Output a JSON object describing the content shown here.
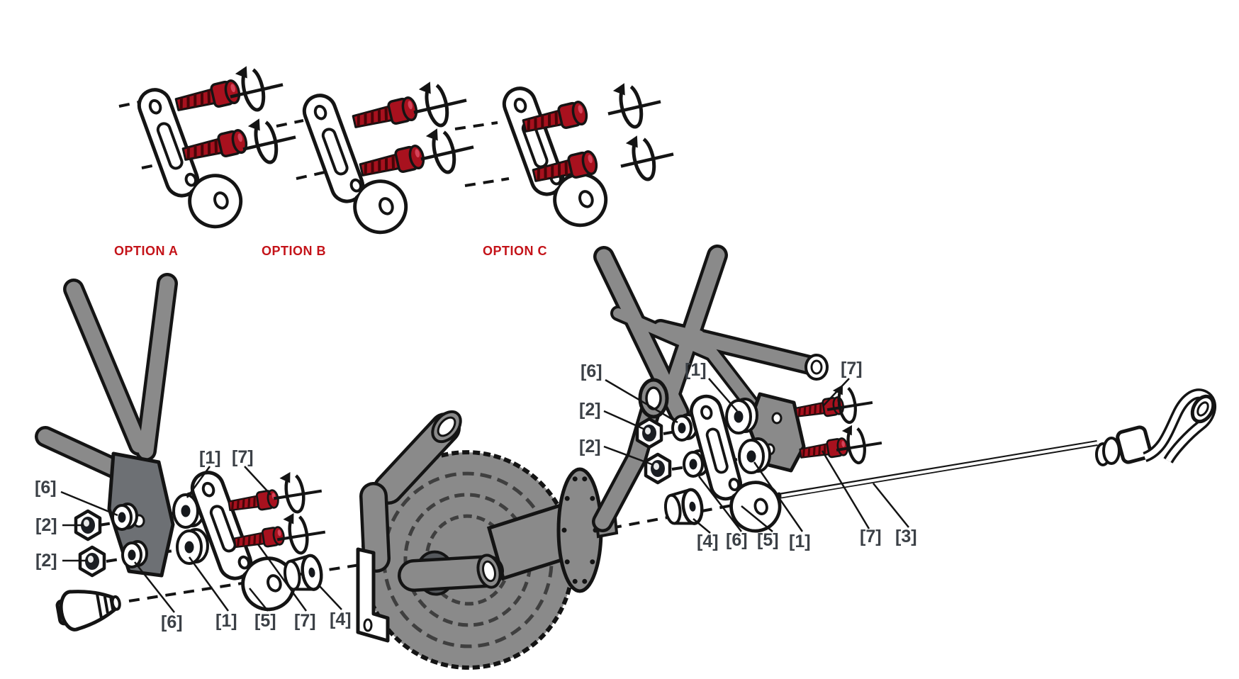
{
  "diagram": {
    "type": "exploded-parts-diagram",
    "subject": "torque-arm bracket mounting options and rear-axle exploded assembly",
    "background": "#ffffff"
  },
  "options": [
    {
      "id": "option-a",
      "label": "OPTION A"
    },
    {
      "id": "option-b",
      "label": "OPTION B"
    },
    {
      "id": "option-c",
      "label": "OPTION C"
    }
  ],
  "part_labels": {
    "left": [
      {
        "text": "[1]"
      },
      {
        "text": "[7]"
      },
      {
        "text": "[6]"
      },
      {
        "text": "[2]"
      },
      {
        "text": "[2]"
      },
      {
        "text": "[6]"
      },
      {
        "text": "[1]"
      },
      {
        "text": "[5]"
      },
      {
        "text": "[7]"
      },
      {
        "text": "[4]"
      }
    ],
    "right": [
      {
        "text": "[6]"
      },
      {
        "text": "[1]"
      },
      {
        "text": "[7]"
      },
      {
        "text": "[2]"
      },
      {
        "text": "[2]"
      },
      {
        "text": "[4]"
      },
      {
        "text": "[6]"
      },
      {
        "text": "[5]"
      },
      {
        "text": "[1]"
      },
      {
        "text": "[7]"
      },
      {
        "text": "[3]"
      }
    ]
  },
  "colors": {
    "bolt_red": "#a8111e",
    "option_label_red": "#c41319",
    "part_label_gray": "#3b4046",
    "frame_gray": "#8a8a8a",
    "dropout_gray": "#6d7074",
    "outline_black": "#141414"
  }
}
